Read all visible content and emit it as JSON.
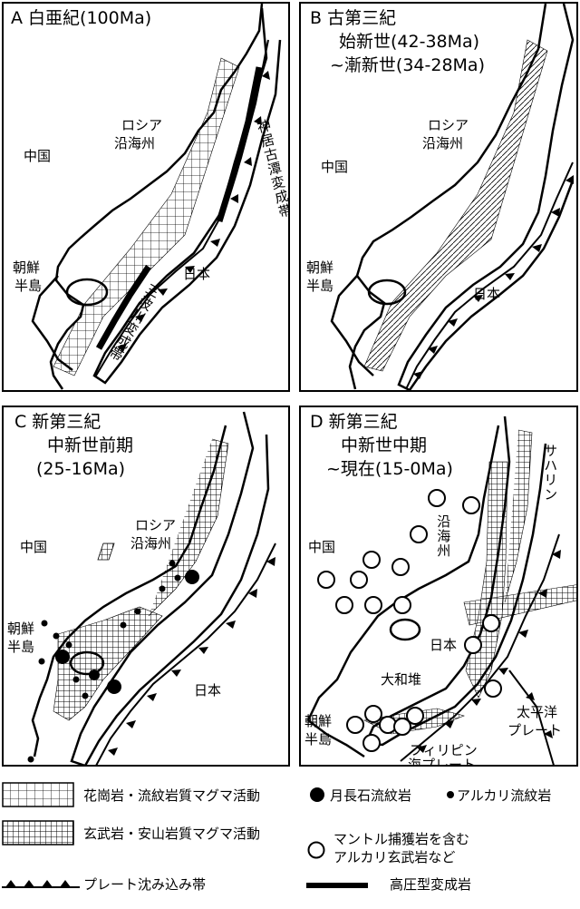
{
  "panels": {
    "a": {
      "title": "A 白亜紀(100Ma)",
      "russia": "ロシア",
      "primorye": "沿海州",
      "china": "中国",
      "korea_1": "朝鮮",
      "korea_2": "半島",
      "japan": "日本",
      "kamuikotan": "神居古潭変成帯",
      "sanbagawa": "三波川変成帯"
    },
    "b": {
      "title_1": "B 古第三紀",
      "title_2": "始新世(42-38Ma)",
      "title_3": "~漸新世(34-28Ma)",
      "russia": "ロシア",
      "primorye": "沿海州",
      "china": "中国",
      "korea_1": "朝鮮",
      "korea_2": "半島",
      "japan": "日本"
    },
    "c": {
      "title_1": "C 新第三紀",
      "title_2": "中新世前期",
      "title_3": "(25-16Ma)",
      "russia": "ロシア",
      "primorye": "沿海州",
      "china": "中国",
      "korea_1": "朝鮮",
      "korea_2": "半島",
      "japan": "日本"
    },
    "d": {
      "title_1": "D 新第三紀",
      "title_2": "中新世中期",
      "title_3": "~現在(15-0Ma)",
      "sakhalin": "サハリン",
      "primorye": "沿海州",
      "china": "中国",
      "japan": "日本",
      "yamato": "大和堆",
      "pacific_1": "太平洋",
      "pacific_2": "プレート",
      "philippine_1": "フィリピン",
      "philippine_2": "海プレート",
      "korea_1": "朝鮮",
      "korea_2": "半島"
    }
  },
  "legend": {
    "granite": "花崗岩・流紋岩質マグマ活動",
    "basalt": "玄武岩・安山岩質マグマ活動",
    "subduction": "プレート沈み込み帯",
    "moonstone": "月長石流紋岩",
    "alkali_rhyolite": "アルカリ流紋岩",
    "mantle_1": "マントル捕獲岩を含む",
    "mantle_2": "アルカリ玄武岩など",
    "hp_metamorphic": "高圧型変成岩"
  },
  "colors": {
    "ink": "#000000",
    "paper": "#ffffff"
  }
}
